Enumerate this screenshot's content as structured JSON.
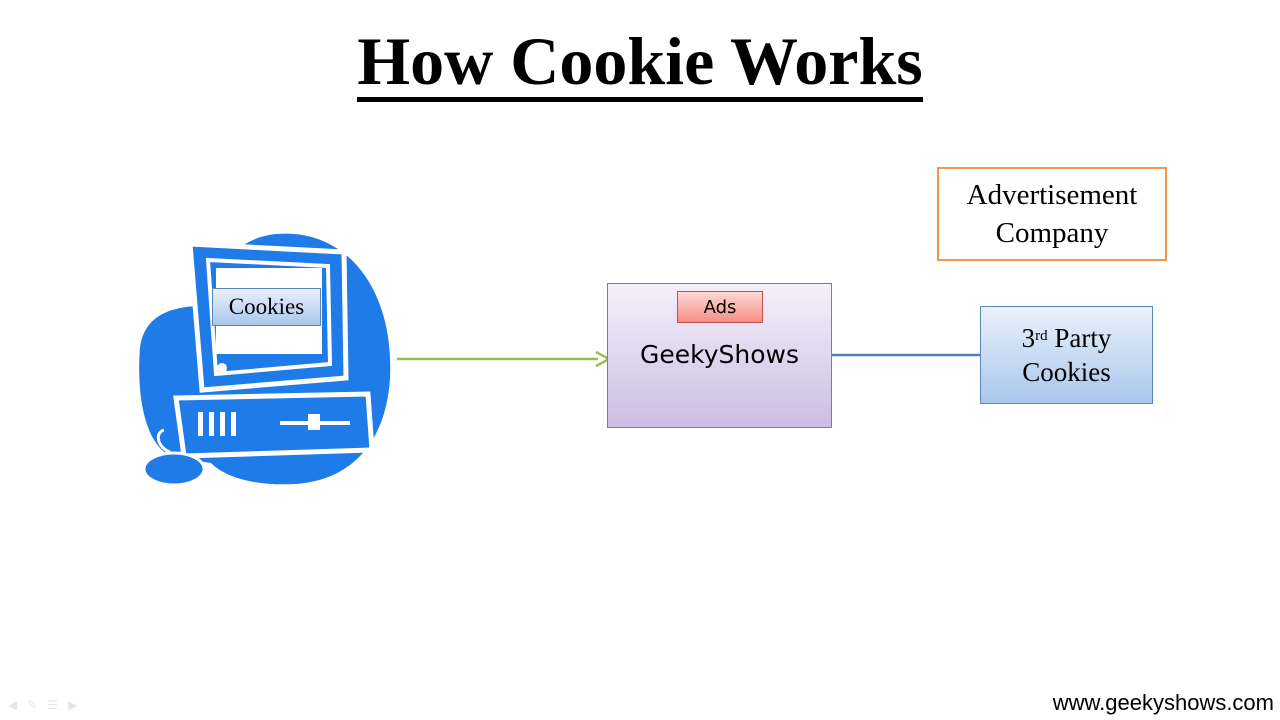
{
  "slide": {
    "title": "How Cookie Works"
  },
  "diagram": {
    "client": {
      "icon": "desktop-computer-icon",
      "cookie_label": "Cookies"
    },
    "server": {
      "label": "GeekyShows",
      "ads_label": "Ads"
    },
    "ad_company": {
      "line1": "Advertisement",
      "line2": "Company"
    },
    "third_party": {
      "num": "3",
      "suffix": "rd",
      "rest": " Party",
      "line2": "Cookies"
    },
    "colors": {
      "computer_blue": "#1f7be8",
      "arrow_green": "#9bbb59",
      "connector_blue": "#4f81bd",
      "ad_company_border": "#f79646",
      "ads_red": "#f48f86",
      "server_purple": "#cdbde3"
    }
  },
  "footer": {
    "website": "www.geekyshows.com"
  },
  "nav": {
    "icons": [
      "prev-slide-icon",
      "pen-icon",
      "menu-icon",
      "next-slide-icon"
    ]
  }
}
